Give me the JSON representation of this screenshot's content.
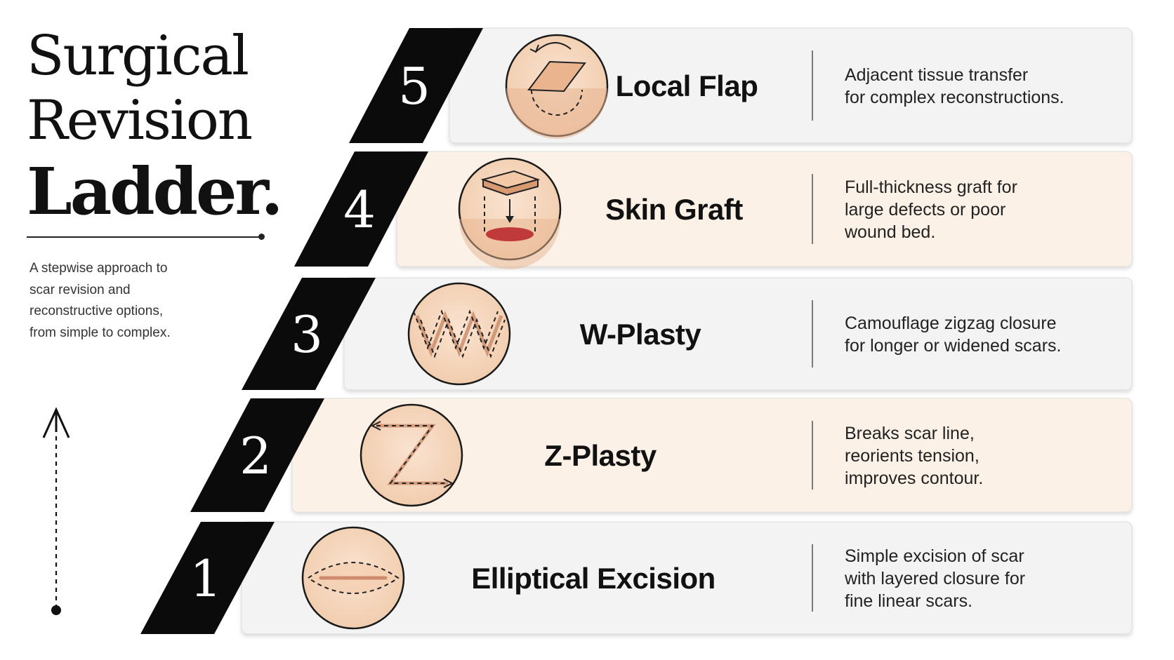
{
  "title": {
    "line1": "Surgical",
    "line2": "Revision",
    "line3": "Ladder."
  },
  "subtitle": "A stepwise approach to scar revision and reconstructive options, from simple to complex.",
  "colors": {
    "step_badge": "#0b0b0b",
    "card_gray": "#f3f3f4",
    "card_peach": "#fbf1e7",
    "skin": "#f6d7bf",
    "skin_shadow": "#e7b592",
    "wound_red": "#c0393b",
    "divider": "#7a7a7a"
  },
  "steps": [
    {
      "number": "5",
      "name": "Local Flap",
      "icon": "local-flap-icon",
      "description": [
        "Adjacent tissue transfer",
        "for complex reconstructions."
      ]
    },
    {
      "number": "4",
      "name": "Skin Graft",
      "icon": "skin-graft-icon",
      "description": [
        "Full-thickness graft for",
        "large defects or poor",
        "wound bed."
      ]
    },
    {
      "number": "3",
      "name": "W-Plasty",
      "icon": "w-plasty-icon",
      "description": [
        "Camouflage zigzag closure",
        "for longer or widened scars."
      ]
    },
    {
      "number": "2",
      "name": "Z-Plasty",
      "icon": "z-plasty-icon",
      "description": [
        "Breaks scar line,",
        "reorients tension,",
        "improves contour."
      ]
    },
    {
      "number": "1",
      "name": "Elliptical Excision",
      "icon": "elliptical-excision-icon",
      "description": [
        "Simple excision of scar",
        "with layered closure for",
        "fine linear scars."
      ]
    }
  ]
}
